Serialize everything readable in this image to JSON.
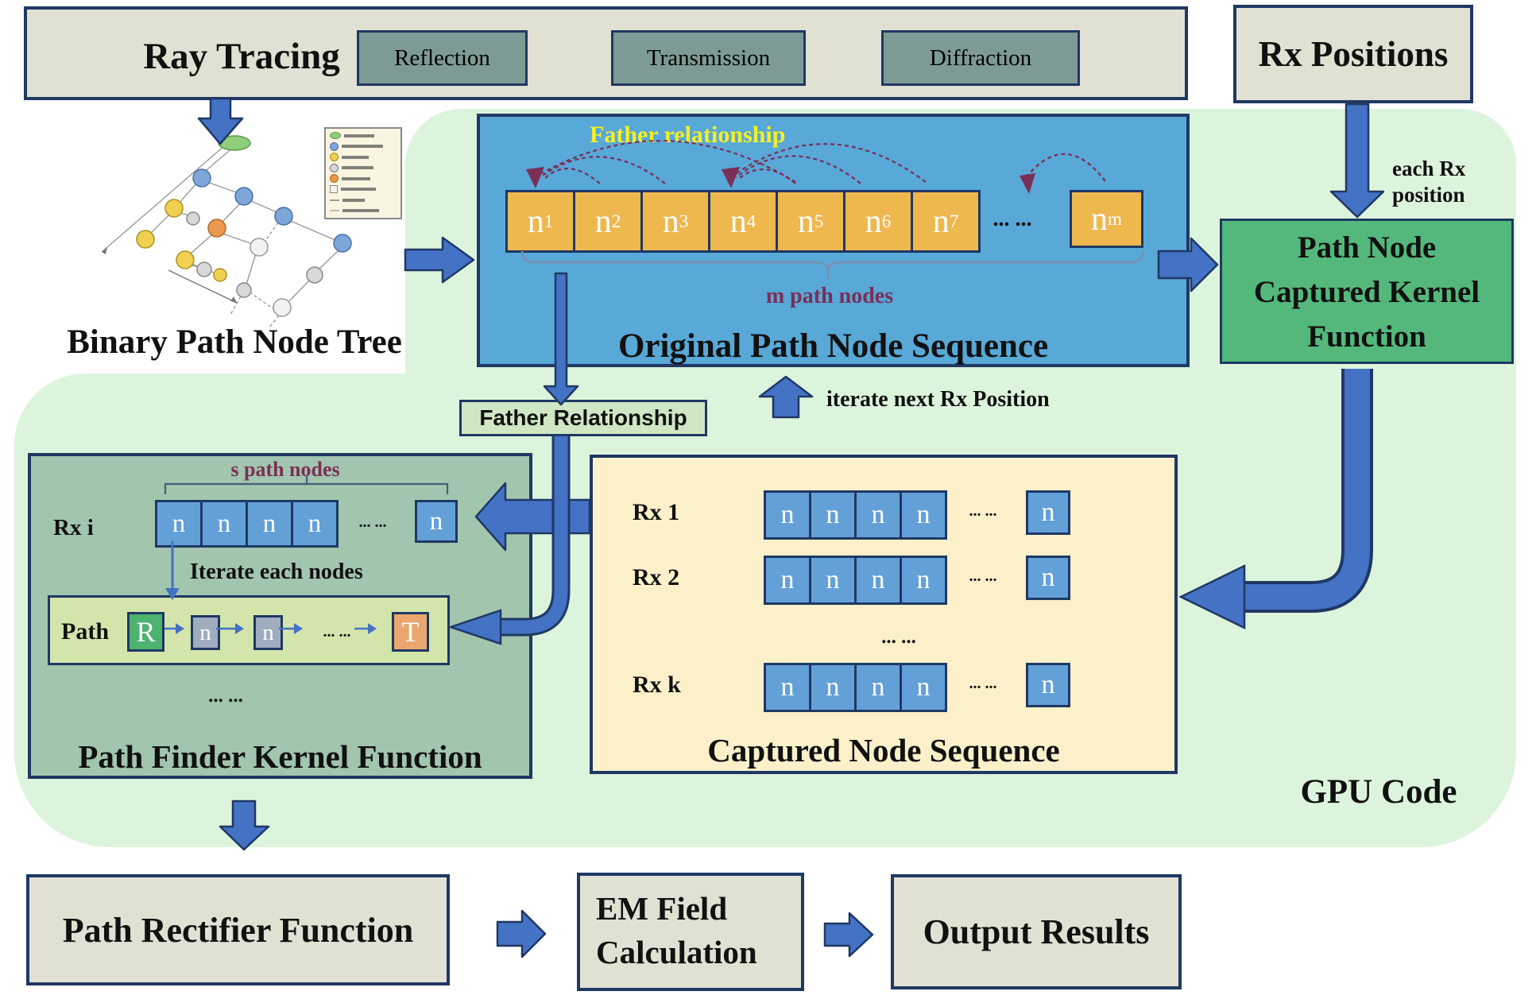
{
  "header": {
    "ray_tracing": "Ray Tracing",
    "effects": [
      "Reflection",
      "Transmission",
      "Diffraction"
    ],
    "rx_positions": "Rx Positions"
  },
  "labels": {
    "n": "n",
    "dots": "... ..."
  },
  "tree": {
    "title": "Binary Path Node Tree",
    "legend_swatch_colors": [
      "#8fce7a",
      "#7da7d9",
      "#f0d050",
      "#d8d8d8",
      "#e8984f",
      "#f5f5f5",
      "#999999",
      "#bbbbbb"
    ]
  },
  "sequence": {
    "father_label": "Father relationship",
    "cells": [
      {
        "base": "n",
        "sub": "1"
      },
      {
        "base": "n",
        "sub": "2"
      },
      {
        "base": "n",
        "sub": "3"
      },
      {
        "base": "n",
        "sub": "4"
      },
      {
        "base": "n",
        "sub": "5"
      },
      {
        "base": "n",
        "sub": "6"
      },
      {
        "base": "n",
        "sub": "7"
      },
      {
        "base": "n",
        "sub": "m"
      }
    ],
    "brace_label": "m path nodes",
    "title": "Original Path Node Sequence",
    "iterate_label": "iterate next Rx Position"
  },
  "kernel": {
    "lines": [
      "Path Node",
      "Captured Kernel",
      "Function"
    ],
    "each_rx_lines": [
      "each Rx",
      "position"
    ]
  },
  "father_box": {
    "label": "Father Relationship"
  },
  "path_finder": {
    "bracket_label": "s path nodes",
    "row_label": "Rx i",
    "iterate_label": "Iterate each nodes",
    "path_label": "Path",
    "start": "R",
    "end": "T",
    "title": "Path Finder Kernel Function"
  },
  "captured": {
    "rows": [
      "Rx 1",
      "Rx 2",
      "Rx k"
    ],
    "title": "Captured Node Sequence"
  },
  "gpu_label": "GPU Code",
  "bottom": {
    "rectifier": "Path Rectifier Function",
    "em_lines": [
      "EM Field",
      "Calculation"
    ],
    "output": "Output Results"
  },
  "colors": {
    "navy": "#1f3864",
    "arrow_blue": "#4472c4",
    "mint": "#ddf4dc",
    "beige": "#e1e1d3",
    "teal": "#7d9b94",
    "blue_panel": "#58a8d8",
    "orange_cell": "#eeb84f",
    "yellow_text": "#f5ef25",
    "maroon": "#7b2f56",
    "kernel_green": "#54b87c",
    "father_green": "#cfe7c4",
    "sage": "#a2c5ad",
    "strip_green": "#d3e5ab",
    "cream": "#fcf0ca",
    "cell_blue": "#63a0d8",
    "r_green": "#4db36f",
    "n_gray": "#9fadbf",
    "t_orange": "#e9a76f"
  }
}
